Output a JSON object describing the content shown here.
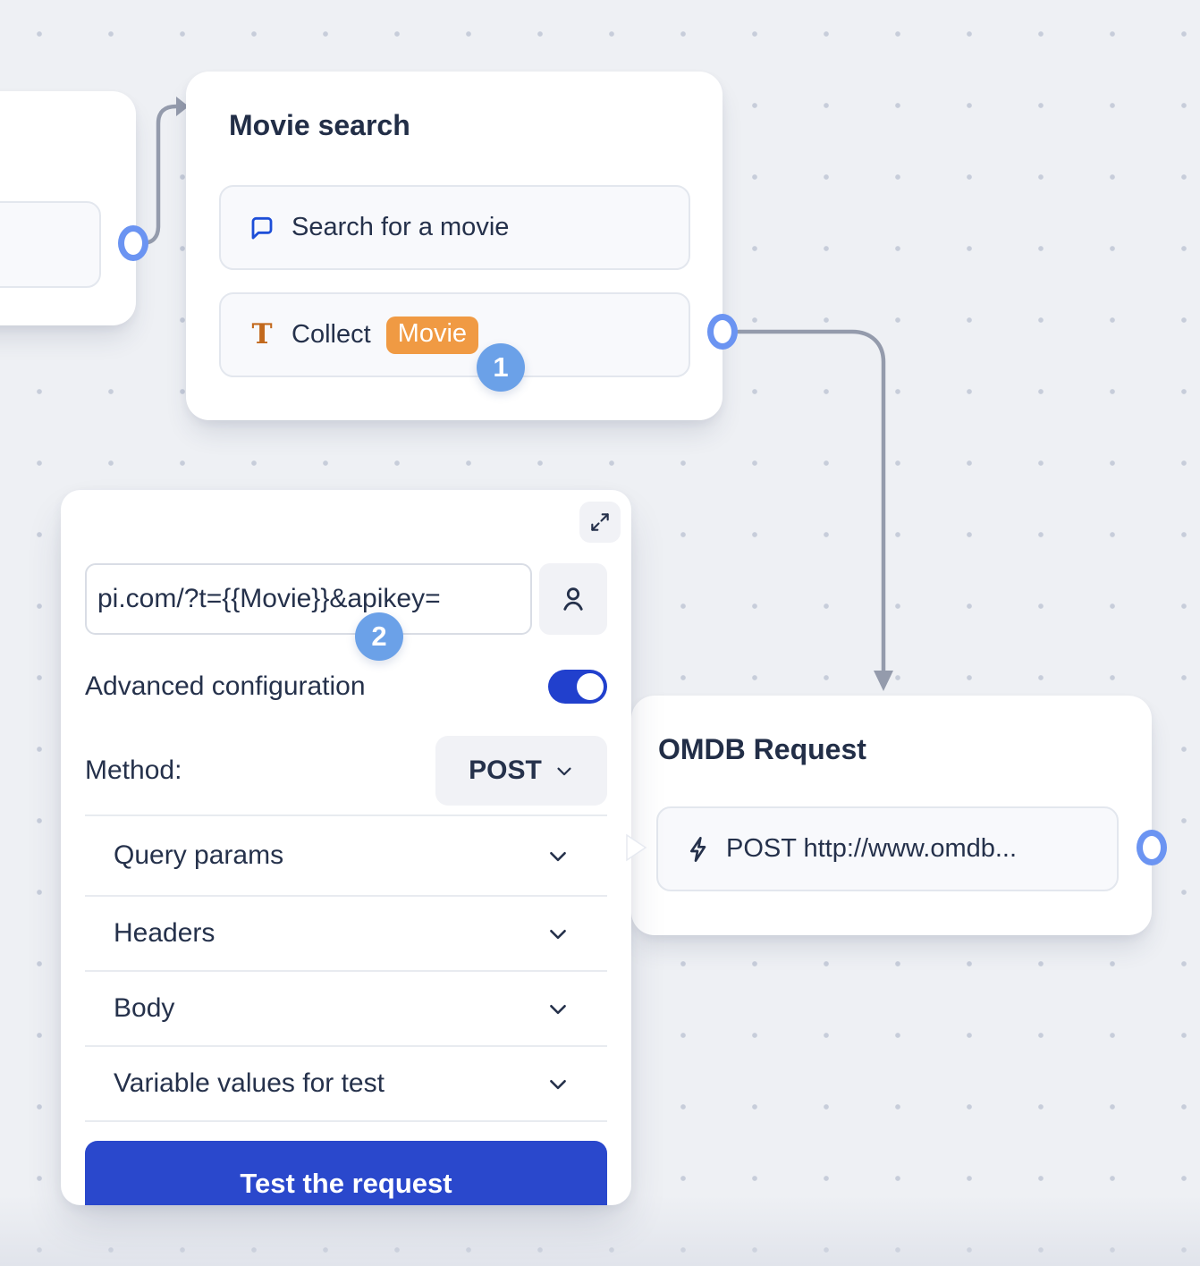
{
  "background": {
    "color": "#eef0f4",
    "dot_color": "#c7cdda"
  },
  "colors": {
    "accent_blue": "#2a48cc",
    "toggle_blue": "#2140cd",
    "badge_blue": "#6ba1e8",
    "chip_orange": "#f09a43",
    "t_icon_orange": "#c2691d",
    "chat_icon_blue": "#1d4ed8",
    "ink": "#25314b",
    "connector_gray": "#949bac",
    "port_ring_blue": "#6b94f2"
  },
  "nodes": {
    "partial_card": {
      "note": "clipped node card at left edge, no visible text"
    },
    "movie_search": {
      "title": "Movie search",
      "items": [
        {
          "icon": "chat-bubble-icon",
          "label": "Search for a movie"
        },
        {
          "icon": "text-input-icon",
          "label": "Collect",
          "chip": "Movie"
        }
      ]
    },
    "omdb": {
      "title": "OMDB Request",
      "item": {
        "icon": "lightning-bolt-icon",
        "label": "POST http://www.omdb..."
      }
    }
  },
  "panel": {
    "expand_icon": "expand-diagonal-icon",
    "url_input": {
      "value": "pi.com/?t={{Movie}}&apikey="
    },
    "person_icon": "person-icon",
    "advanced_label": "Advanced configuration",
    "advanced_on": true,
    "method_label": "Method:",
    "method_value": "POST",
    "sections": [
      {
        "label": "Query params"
      },
      {
        "label": "Headers"
      },
      {
        "label": "Body"
      },
      {
        "label": "Variable values for test"
      }
    ],
    "test_button_label": "Test the request"
  },
  "badges": {
    "step1": "1",
    "step2": "2"
  }
}
